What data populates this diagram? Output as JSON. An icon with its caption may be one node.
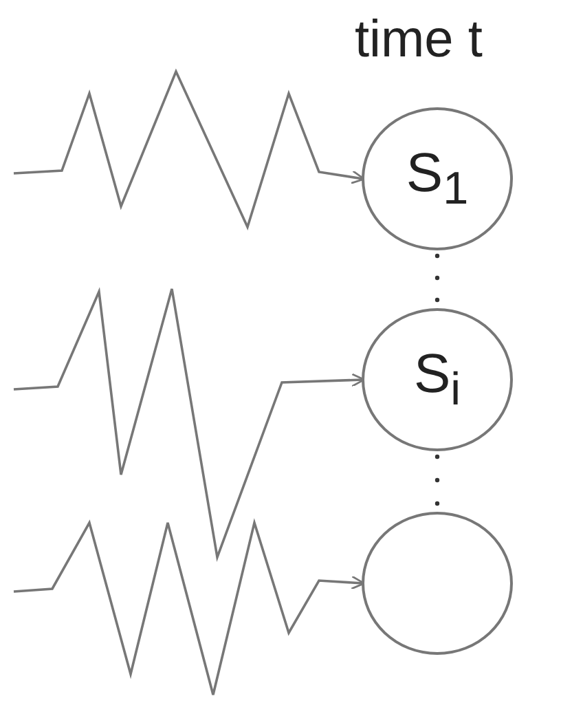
{
  "diagram": {
    "nodes": [
      {
        "text": [
          "S$_{1}$"
        ]
      },
      {
        "text": [
          "S$_{i}$"
        ]
      },
      {
        "text": [],
        "shape": "circle"
      }
    ],
    "edges": [
      {
        "from": null,
        "to": 0,
        "arrow": "to"
      },
      {
        "from": null,
        "to": 1,
        "arrow": "to"
      },
      {
        "from": null,
        "to": 2,
        "arrow": "to"
      }
    ],
    "labels": [
      "time t"
    ]
  }
}
